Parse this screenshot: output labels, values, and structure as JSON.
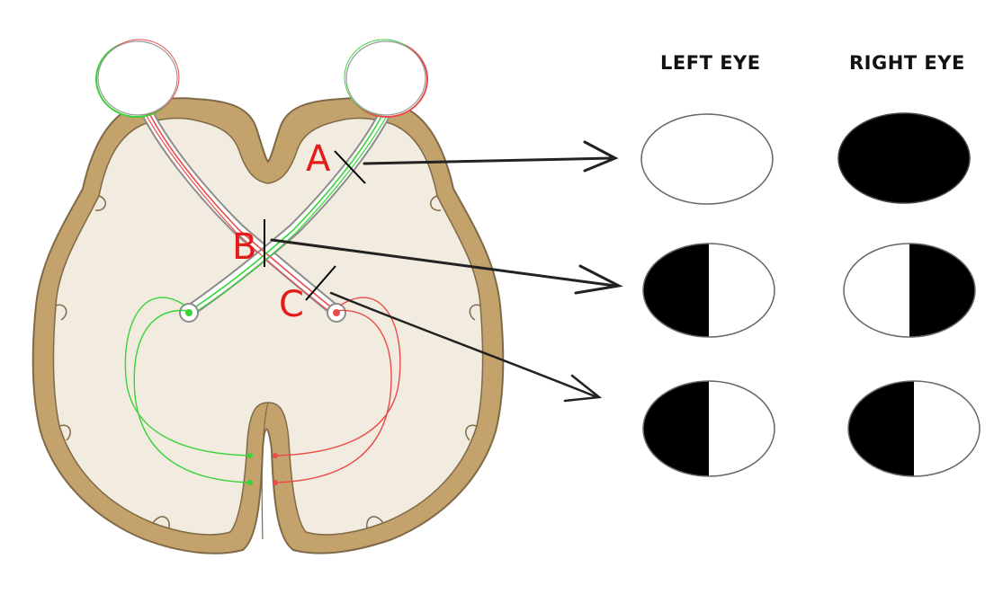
{
  "headers": {
    "left_eye": "LEFT EYE",
    "right_eye": "RIGHT EYE"
  },
  "lesions": [
    {
      "id": "A",
      "label": "A",
      "site": "right optic nerve"
    },
    {
      "id": "B",
      "label": "B",
      "site": "optic chiasm"
    },
    {
      "id": "C",
      "label": "C",
      "site": "right optic tract"
    }
  ],
  "visual_fields": [
    {
      "lesion": "A",
      "left_eye": "normal",
      "right_eye": "blind"
    },
    {
      "lesion": "B",
      "left_eye": "left-half-blind",
      "right_eye": "right-half-blind"
    },
    {
      "lesion": "C",
      "left_eye": "left-half-blind",
      "right_eye": "left-half-blind"
    }
  ],
  "colors": {
    "tissue": "#f2ebdf",
    "cortex": "#c4a26c",
    "cortex_edge": "#7f6a48",
    "nerve_green": "#39d339",
    "nerve_red": "#ea4b4b",
    "label": "#e31b1b",
    "field": "#000000"
  },
  "icons": [
    "brain-outline",
    "eyeball",
    "arrow-icon"
  ]
}
